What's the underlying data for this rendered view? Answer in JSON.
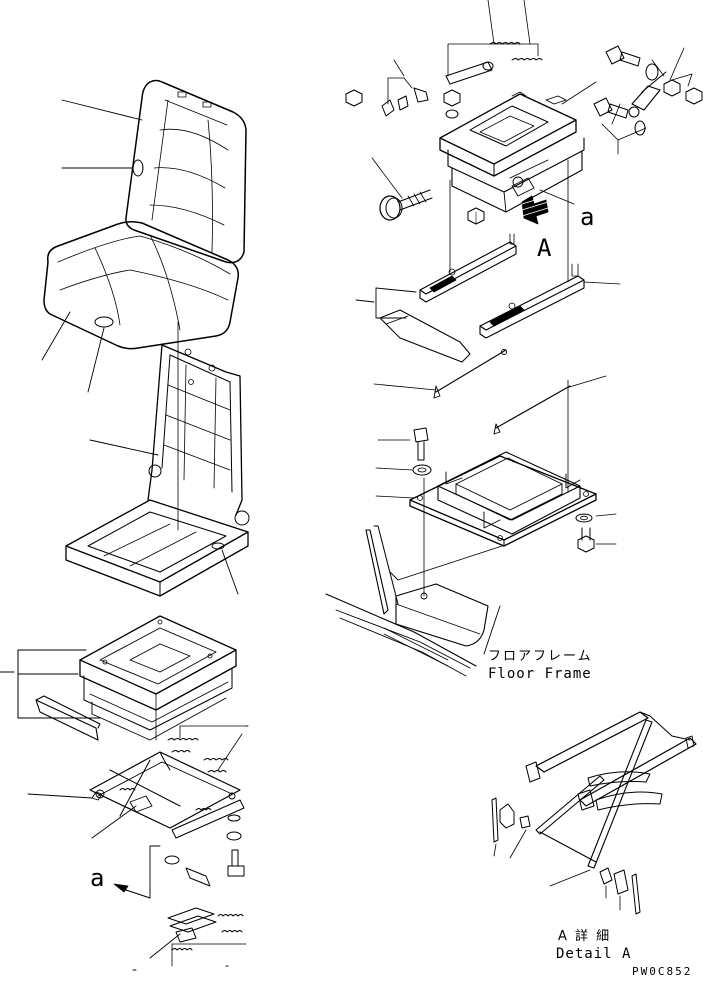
{
  "labels": {
    "ref_a_top": "a",
    "ref_A_top": "A",
    "ref_a_bottom": "a",
    "floor_frame_jp": "フロアフレーム",
    "floor_frame_en": "Floor Frame",
    "detail_jp": "A 詳 細",
    "detail_en": "Detail A",
    "code": "PW0C852"
  },
  "colors": {
    "ink": "#000000",
    "paper": "#ffffff"
  }
}
